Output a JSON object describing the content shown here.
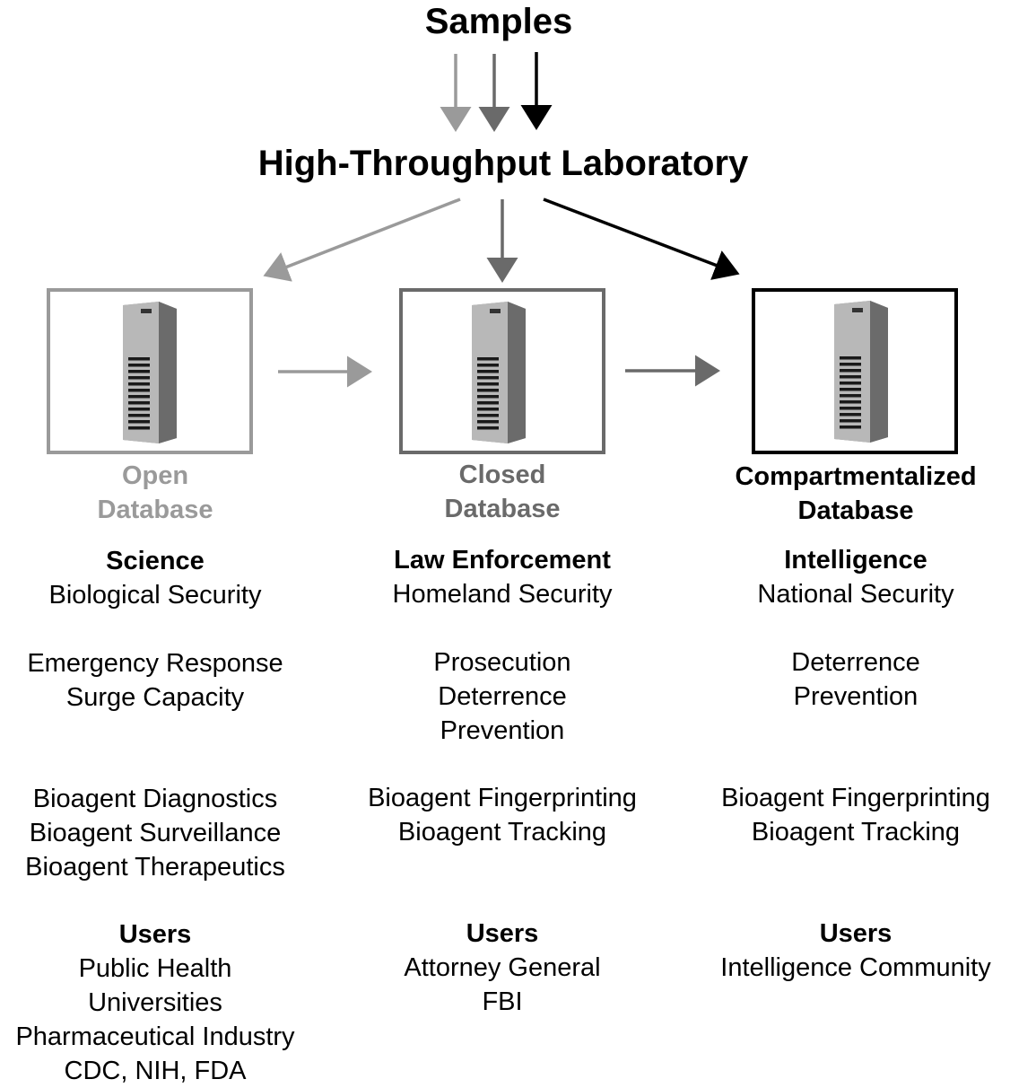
{
  "samples_title": "Samples",
  "lab_title": "High-Throughput Laboratory",
  "colors": {
    "open": "#9a9a9a",
    "closed": "#6a6a6a",
    "compartmentalized": "#000000"
  },
  "icons": [
    "server-tower-icon",
    "arrow-icon"
  ],
  "databases": [
    {
      "name_lines": [
        "Open",
        "Database"
      ],
      "head": "Science",
      "groups": [
        [
          "Biological Security"
        ],
        [
          "Emergency Response",
          "Surge Capacity"
        ],
        [
          "Bioagent Diagnostics",
          "Bioagent Surveillance",
          "Bioagent Therapeutics"
        ]
      ],
      "users_head": "Users",
      "users": [
        "Public Health",
        "Universities",
        "Pharmaceutical Industry",
        "CDC, NIH, FDA"
      ]
    },
    {
      "name_lines": [
        "Closed",
        "Database"
      ],
      "head": "Law Enforcement",
      "groups": [
        [
          "Homeland Security"
        ],
        [
          "Prosecution",
          "Deterrence",
          "Prevention"
        ],
        [
          "Bioagent Fingerprinting",
          "Bioagent Tracking"
        ]
      ],
      "users_head": "Users",
      "users": [
        "Attorney General",
        "FBI"
      ]
    },
    {
      "name_lines": [
        "Compartmentalized",
        "Database"
      ],
      "head": "Intelligence",
      "groups": [
        [
          "National Security"
        ],
        [
          "Deterrence",
          "Prevention"
        ],
        [
          "Bioagent Fingerprinting",
          "Bioagent Tracking"
        ]
      ],
      "users_head": "Users",
      "users": [
        "Intelligence Community"
      ]
    }
  ]
}
